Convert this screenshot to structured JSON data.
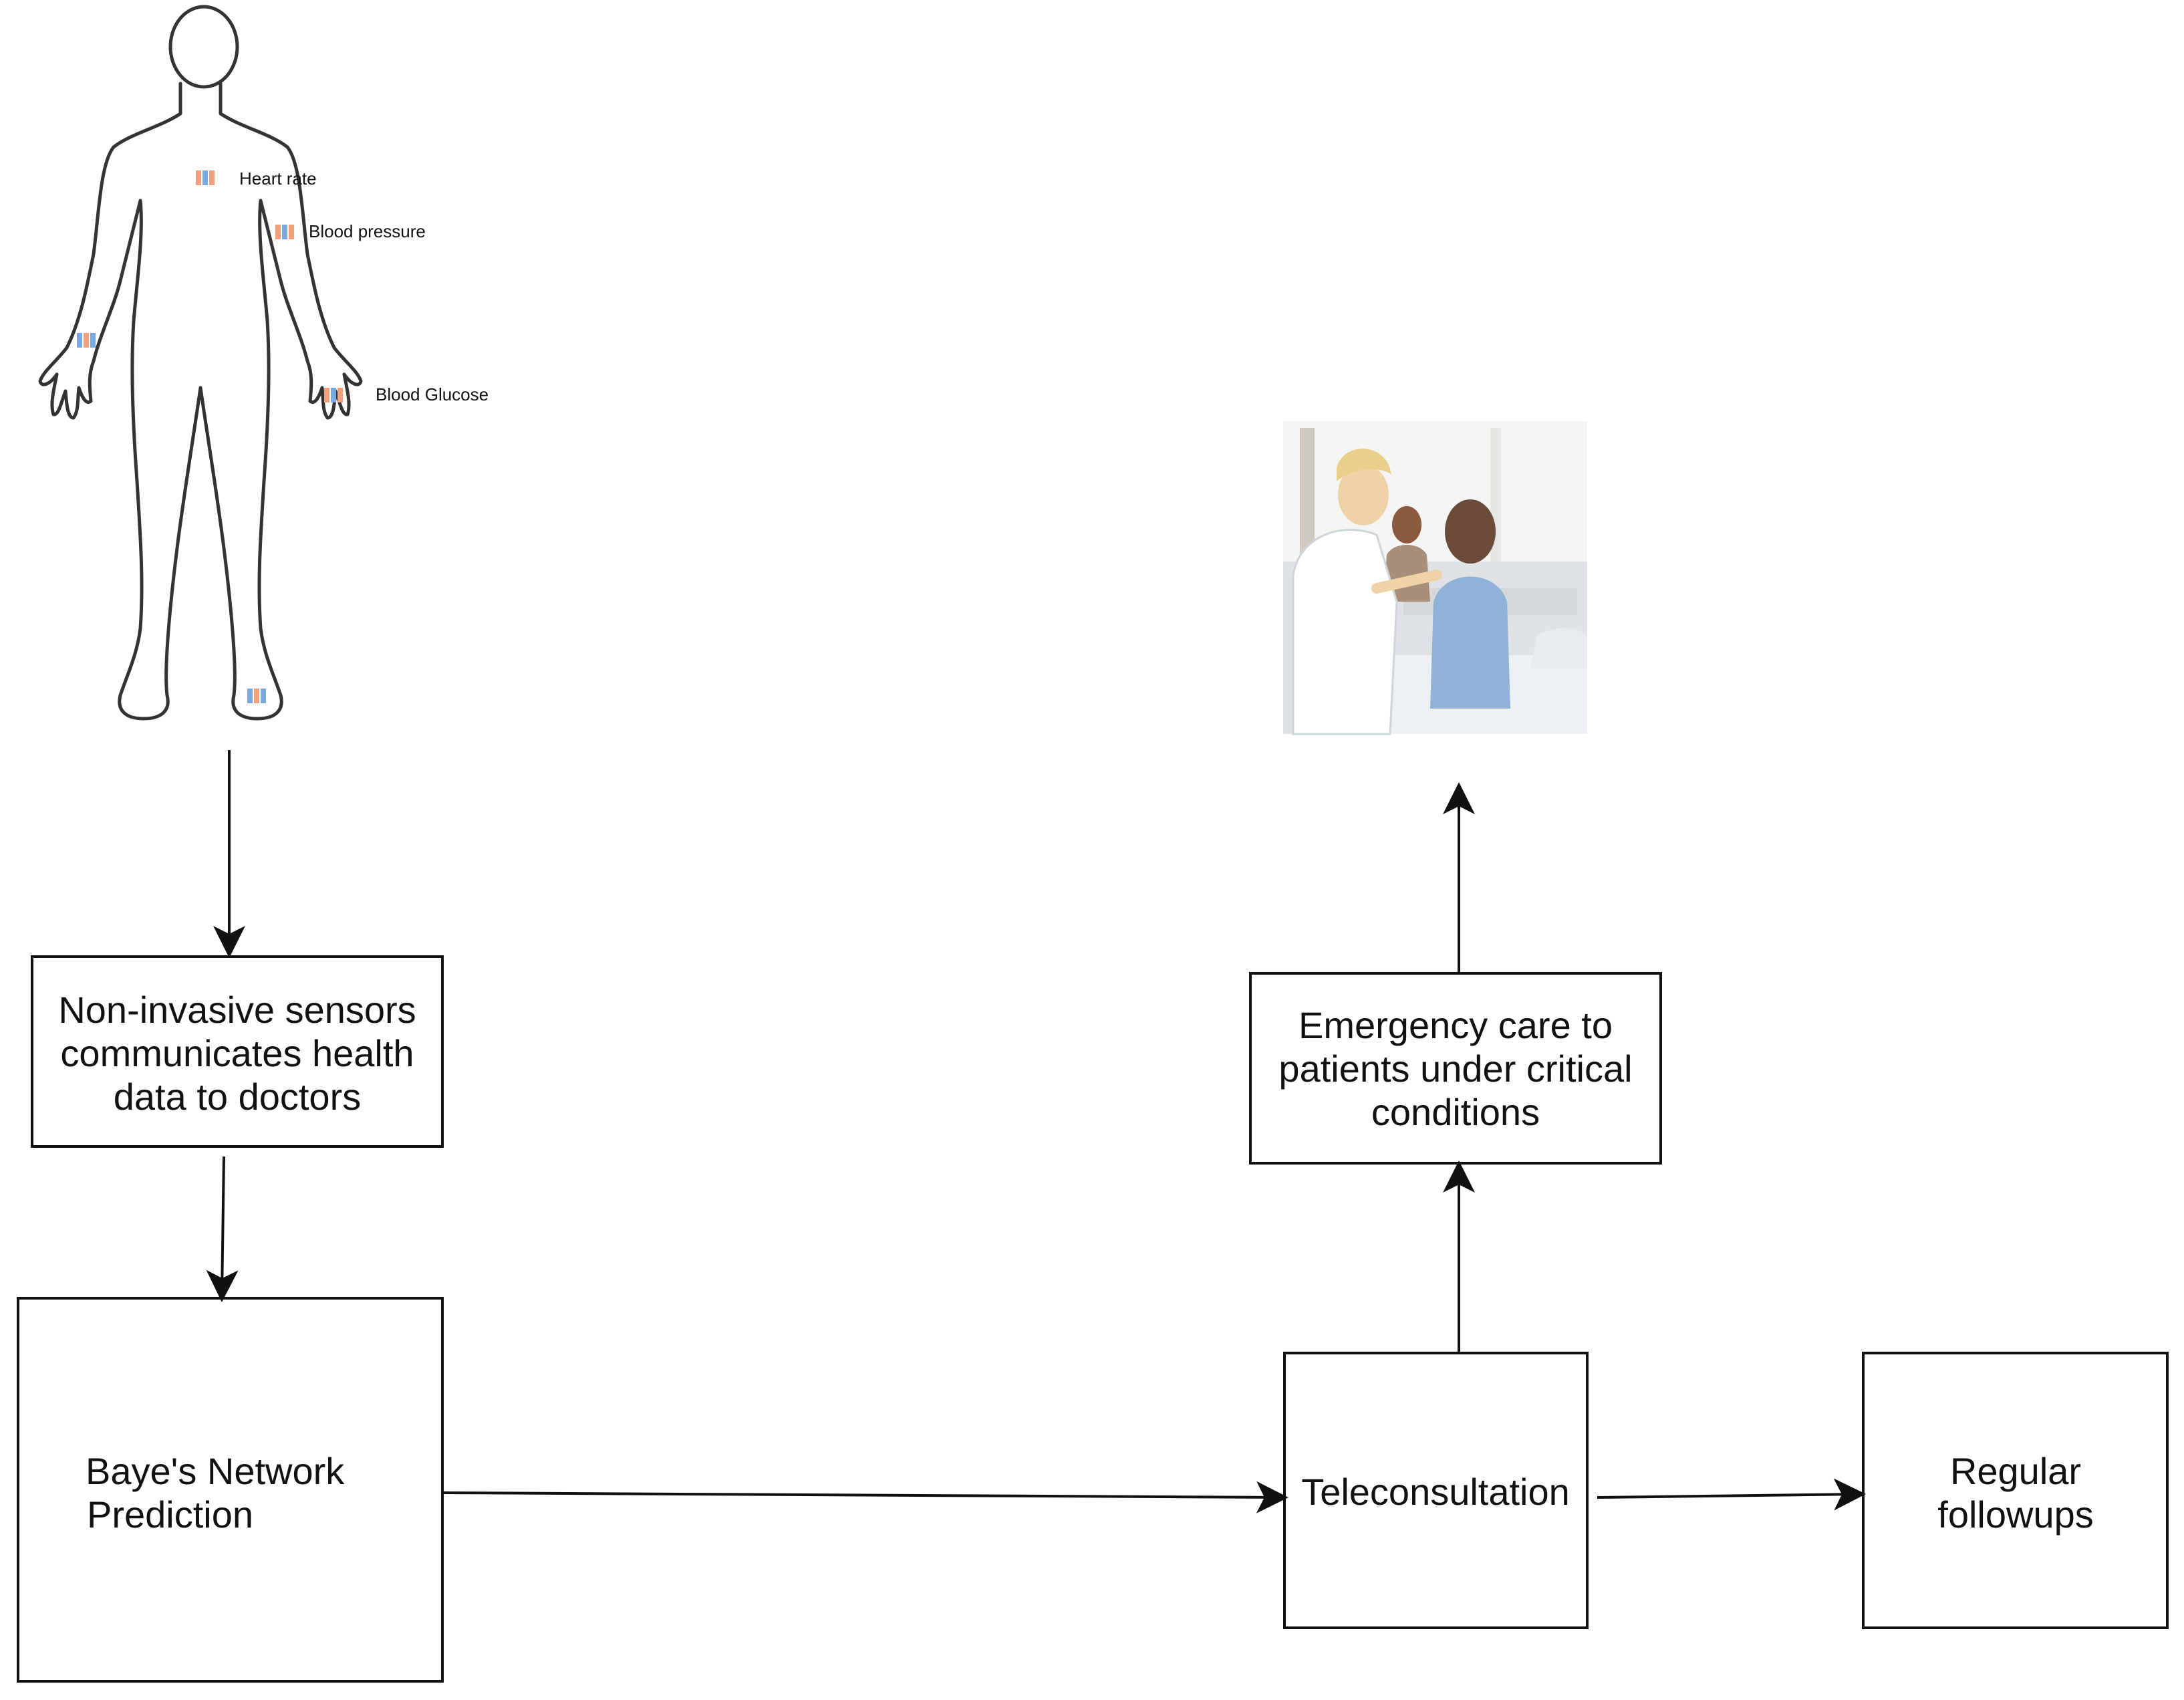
{
  "sensors": {
    "heart_rate": "Heart rate",
    "blood_pressure": "Blood pressure",
    "blood_glucose": "Blood Glucose"
  },
  "nodes": {
    "sensors_box": [
      "Non-invasive sensors",
      "communicates health",
      "data to doctors"
    ],
    "bayes_box": [
      "Baye's Network",
      "Prediction"
    ],
    "teleconsult_box": [
      "Teleconsultation"
    ],
    "emergency_box": [
      "Emergency care to",
      "patients under critical",
      "conditions"
    ],
    "followups_box": [
      "Regular",
      "followups"
    ]
  },
  "colors": {
    "stroke": "#111111",
    "sensor_orange": "#f2a07b",
    "sensor_blue": "#7aa8e0"
  },
  "icons": {
    "body": "human-body-outline-icon",
    "photo": "doctor-patient-photo-icon"
  }
}
